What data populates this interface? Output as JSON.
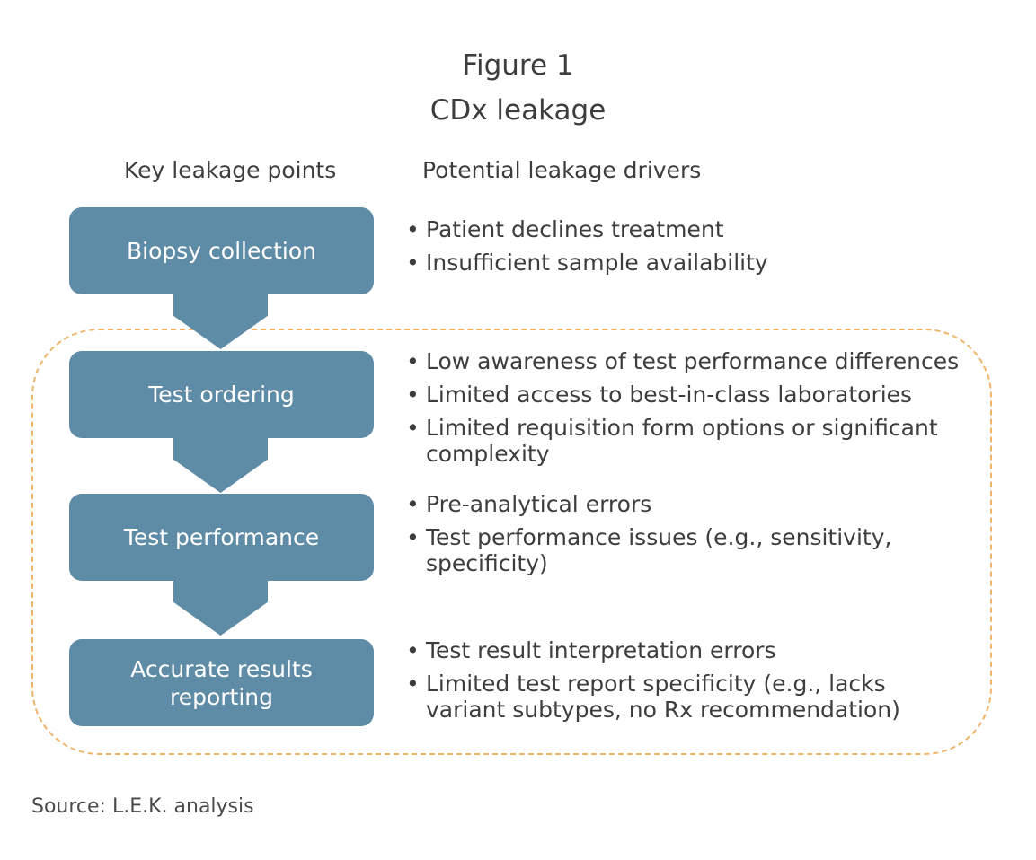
{
  "figure": {
    "title": "Figure 1",
    "subtitle": "CDx leakage"
  },
  "headers": {
    "left": "Key leakage points",
    "right": "Potential leakage drivers"
  },
  "steps": [
    {
      "label": "Biopsy collection",
      "drivers": [
        "Patient declines treatment",
        "Insufficient sample availability"
      ]
    },
    {
      "label": "Test ordering",
      "drivers": [
        "Low awareness of test performance differences",
        "Limited access to best-in-class laboratories",
        "Limited requisition form options or significant complexity"
      ]
    },
    {
      "label": "Test performance",
      "drivers": [
        "Pre-analytical errors",
        "Test performance issues (e.g., sensitivity, specificity)"
      ]
    },
    {
      "label": "Accurate results reporting",
      "drivers": [
        "Test result interpretation errors",
        "Limited test report specificity (e.g., lacks variant subtypes, no Rx recommendation)"
      ]
    }
  ],
  "source": "Source: L.E.K. analysis",
  "colors": {
    "box": "#5e8ba6",
    "dashed_border": "#f0b46a",
    "text": "#3d3d3d"
  }
}
